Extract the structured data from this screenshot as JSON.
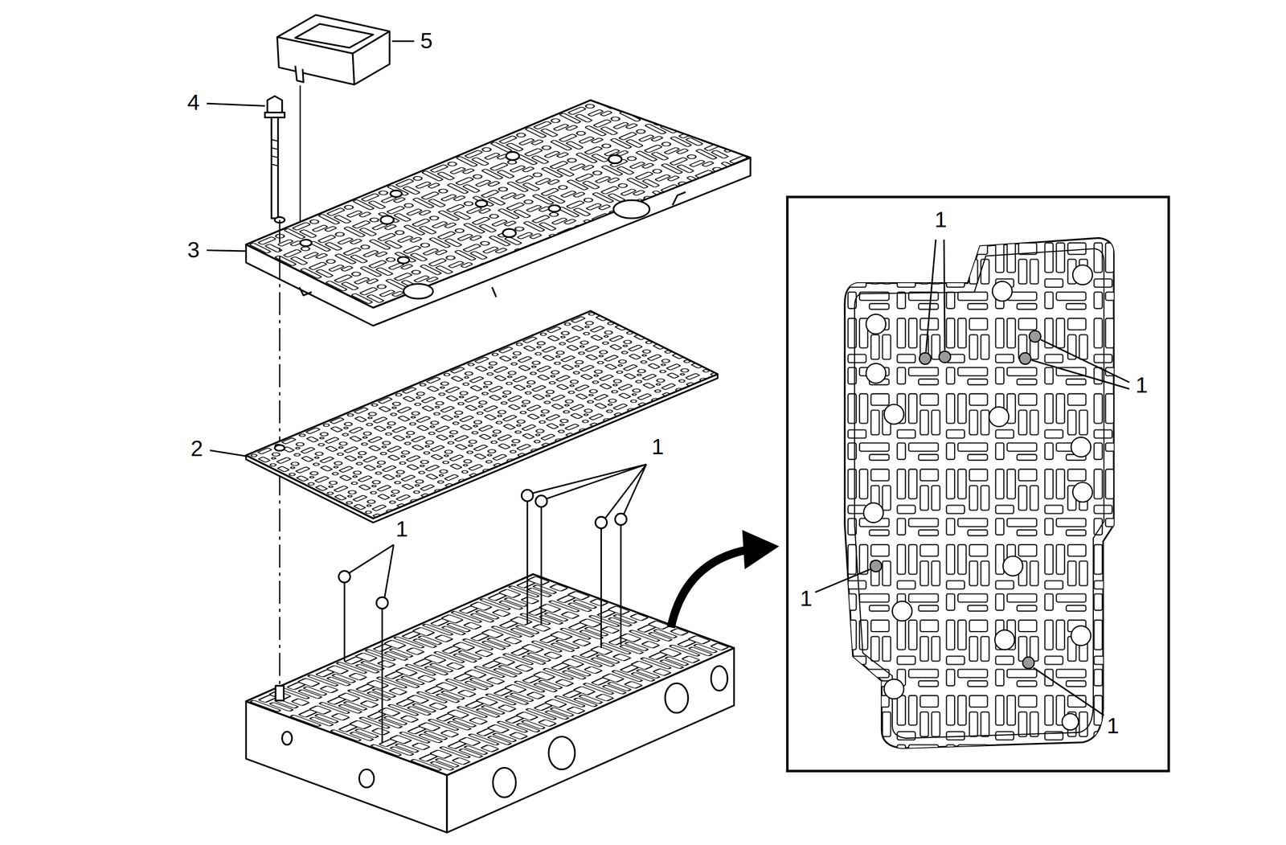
{
  "diagram": {
    "labels": [
      "5",
      "4",
      "3",
      "2",
      "1",
      "1",
      "1",
      "1",
      "1",
      "1"
    ]
  }
}
